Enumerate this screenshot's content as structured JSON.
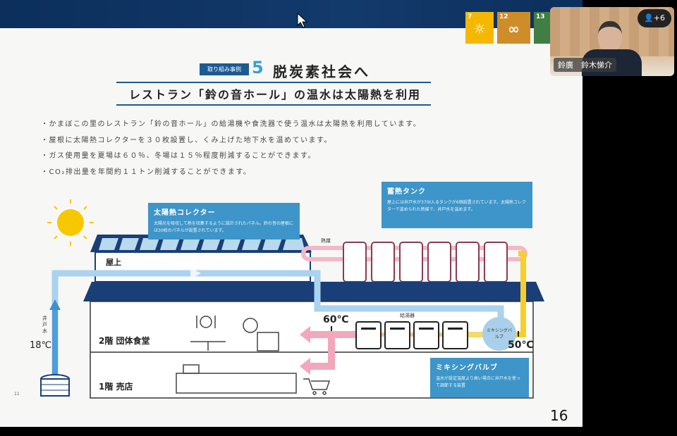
{
  "slide": {
    "badge": "取り組み事例",
    "number": "5",
    "title": "脱炭素社会へ",
    "subtitle": "レストラン「鈴の音ホール」の温水は太陽熱を利用",
    "bullets": [
      "・かまぼこの里のレストラン「鈴の音ホール」の給湯機や食洗器で使う温水は太陽熱を利用しています。",
      "・屋根に太陽熱コレクターを３０枚設置し、くみ上げた地下水を温めています。",
      "・ガス使用量を夏場は６０％、冬場は１５％程度削減することができます。",
      "・CO₂排出量を年間約１１トン削減することができます。"
    ],
    "sdgs": [
      {
        "num": "7",
        "color": "#f5b800"
      },
      {
        "num": "12",
        "color": "#cf8d2a"
      },
      {
        "num": "13",
        "color": "#3f7e44"
      }
    ],
    "callouts": {
      "collector": {
        "title": "太陽熱コレクター",
        "text": "太陽光を吸収して熱を収集するように設計されたパネル。鈴の音の屋根には30枚のパネルが設置されています。"
      },
      "tank": {
        "title": "蓄熱タンク",
        "text": "屋上には井戸水が370ℓ入るタンクが6個設置されています。太陽熱コレクターで温められた熱媒で、井戸水を温めます。"
      },
      "valve": {
        "title": "ミキシングバルブ",
        "text": "温水が設定温度より高い場合に井戸水を使って調節する装置"
      }
    },
    "labels": {
      "rooftop": "屋上",
      "heat_medium": "熱媒",
      "water_heater": "給湯器",
      "valve": "ミキシングバルブ",
      "temp_60": "60℃",
      "temp_50": "50℃",
      "temp_18": "18℃",
      "well_water": "井戸水",
      "floor2": "2階 団体食堂",
      "floor1": "1階 売店"
    },
    "slide_page": "11"
  },
  "presentation_page": "16",
  "video": {
    "name": "鈴廣　鈴木悌介",
    "participants": "+6"
  }
}
